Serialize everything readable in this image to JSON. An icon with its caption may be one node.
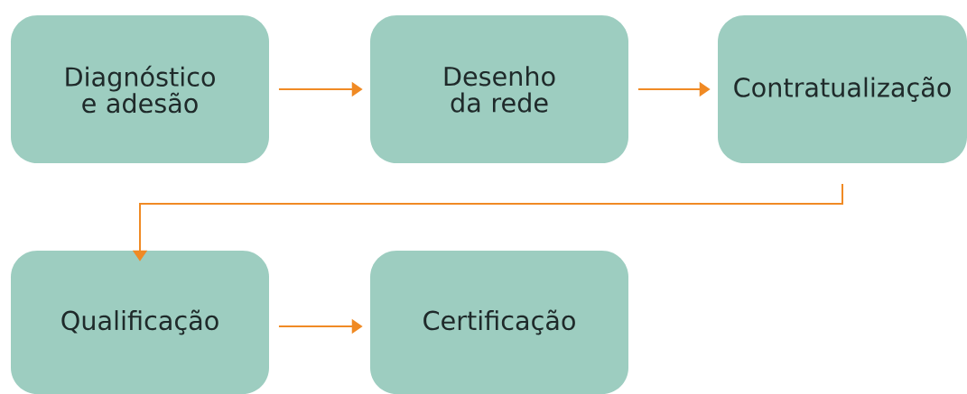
{
  "diagram": {
    "nodes": [
      {
        "text": [
          "Diagnóstico e adesão"
        ]
      },
      {
        "text": [
          "Desenho da rede"
        ]
      },
      {
        "text": [
          "Contratualização"
        ]
      },
      {
        "text": [
          "Qualificação"
        ]
      },
      {
        "text": [
          "Certificação"
        ]
      }
    ],
    "edges": [
      {
        "from": 0,
        "to": 1,
        "arrow": "to"
      },
      {
        "from": 1,
        "to": 2,
        "arrow": "to"
      },
      {
        "from": 2,
        "to": 3,
        "arrow": "to"
      },
      {
        "from": 3,
        "to": 4,
        "arrow": "to"
      }
    ]
  }
}
